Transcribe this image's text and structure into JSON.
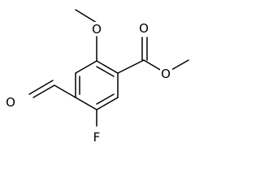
{
  "molecule": {
    "atom_labels": {
      "ester_carbonyl_oxygen": "O",
      "ester_ether_oxygen": "O",
      "methoxy_oxygen": "O",
      "aldehyde_oxygen": "O",
      "fluorine": "F"
    },
    "colors": {
      "bond": "#000000",
      "label": "#000000",
      "background": "#ffffff"
    }
  }
}
